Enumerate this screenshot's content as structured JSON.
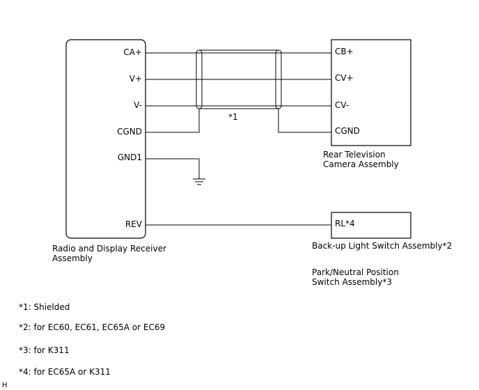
{
  "receiver": {
    "label_line1": "Radio and Display Receiver",
    "label_line2": "Assembly",
    "pins": {
      "ca_plus": "CA+",
      "v_plus": "V+",
      "v_minus": "V-",
      "cgnd": "CGND",
      "gnd1": "GND1",
      "rev": "REV"
    }
  },
  "camera": {
    "label_line1": "Rear Television",
    "label_line2": "Camera Assembly",
    "pins": {
      "cb_plus": "CB+",
      "cv_plus": "CV+",
      "cv_minus": "CV-",
      "cgnd": "CGND"
    }
  },
  "switch": {
    "pin": "RL*4",
    "label": "Back-up Light Switch Assembly*2",
    "alt_label_line1": "Park/Neutral Position",
    "alt_label_line2": "Switch Assembly*3"
  },
  "shield_marker": "*1",
  "notes": [
    "*1: Shielded",
    "*2: for EC60, EC61, EC65A or EC69",
    "*3: for K311",
    "*4: for EC65A or K311"
  ],
  "corner_mark": "H"
}
